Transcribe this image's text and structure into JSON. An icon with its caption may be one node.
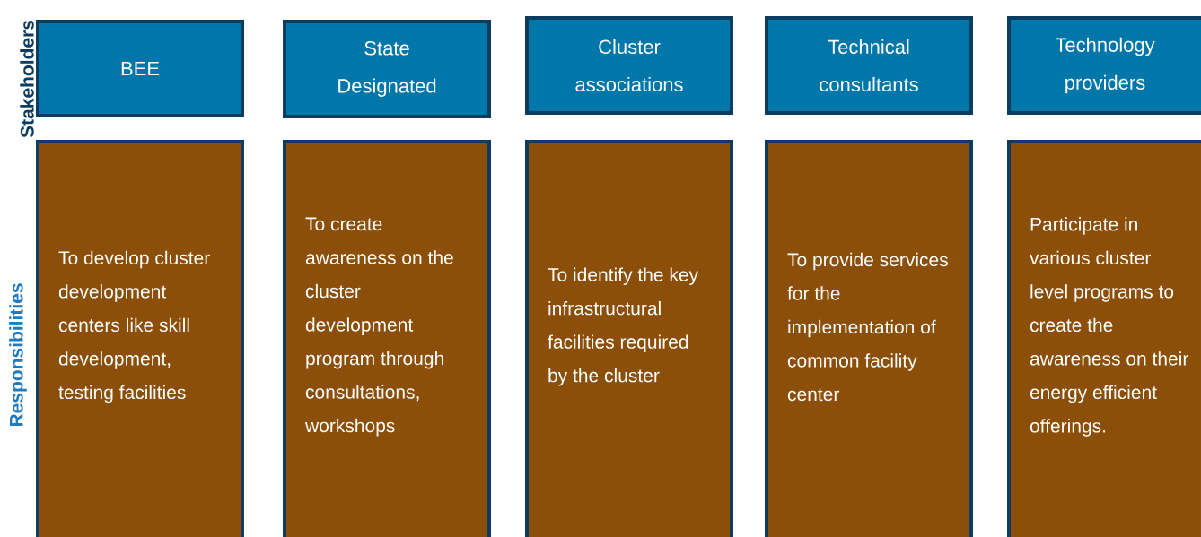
{
  "diagram": {
    "nodes": [
      {
        "text": [
          "BEE"
        ]
      },
      {
        "text": [
          "State Designated"
        ]
      },
      {
        "text": [
          "Cluster associations"
        ]
      },
      {
        "text": [
          "Technical consultants"
        ]
      },
      {
        "text": [
          "Technology providers"
        ]
      },
      {
        "text": [
          "To develop cluster development centers like skill development, testing facilities"
        ]
      },
      {
        "text": [
          "To create awareness on the cluster development program through consultations, workshops"
        ]
      },
      {
        "text": [
          "To identify the key infrastructural facilities required by the cluster"
        ]
      },
      {
        "text": [
          "To provide services for the implementation of common facility center"
        ]
      },
      {
        "text": [
          "Participate in various cluster level programs to create the awareness on their energy efficient offerings."
        ]
      }
    ],
    "labels": [
      "Stakeholders",
      "Responsibilities"
    ]
  }
}
